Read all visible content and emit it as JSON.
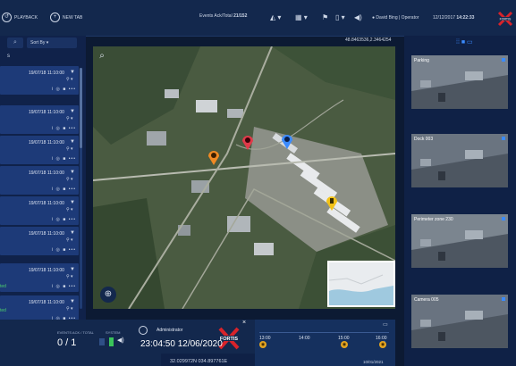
{
  "topbar": {
    "playback_label": "PLAYBACK",
    "new_tab_label": "NEW TAB",
    "ack_prefix": "Events Ack/Total",
    "ack_value": "21/152",
    "user_label": "David Bing | Operator",
    "date": "12/12/2017",
    "time": "14:22:33"
  },
  "left": {
    "sort_label": "Sort By",
    "events": [
      {
        "timestamp": "19/07/18 11:10:00"
      },
      {
        "timestamp": "19/07/18 11:10:00"
      },
      {
        "timestamp": "19/07/18 11:10:00"
      },
      {
        "timestamp": "19/07/18 11:10:00"
      },
      {
        "timestamp": "19/07/18 11:10:00"
      },
      {
        "timestamp": "19/07/18 11:10:00"
      },
      {
        "timestamp": "19/07/18 11:10:00"
      },
      {
        "timestamp": "19/07/18 11:10:00"
      }
    ],
    "status_text": "ted"
  },
  "map": {
    "coordinates": "48.8463536,2.3464254"
  },
  "cameras": [
    {
      "label": "Parking"
    },
    {
      "label": "Dock 003"
    },
    {
      "label": "Perimeter zone 230"
    },
    {
      "label": "Camera 005"
    }
  ],
  "bottom": {
    "events_label": "EVENTS ACK / TOTAL",
    "events_value": "0 / 1",
    "system_label": "SYSTEM",
    "admin_label": "Administrator",
    "clock": "23:04:50 12/06/2020",
    "logo": "FORTIS",
    "position": "32.029972N 034.897761E"
  },
  "timeline": {
    "times": [
      "13:00",
      "14:00",
      "15:00",
      "16:00"
    ],
    "date": "10/01/2021"
  },
  "colors": {
    "accent": "#3b8bff",
    "marker_red": "#e03a4a",
    "marker_orange": "#f08a24",
    "marker_blue": "#3b8bff",
    "marker_yellow": "#f2c218",
    "logo_red": "#d8232a"
  }
}
